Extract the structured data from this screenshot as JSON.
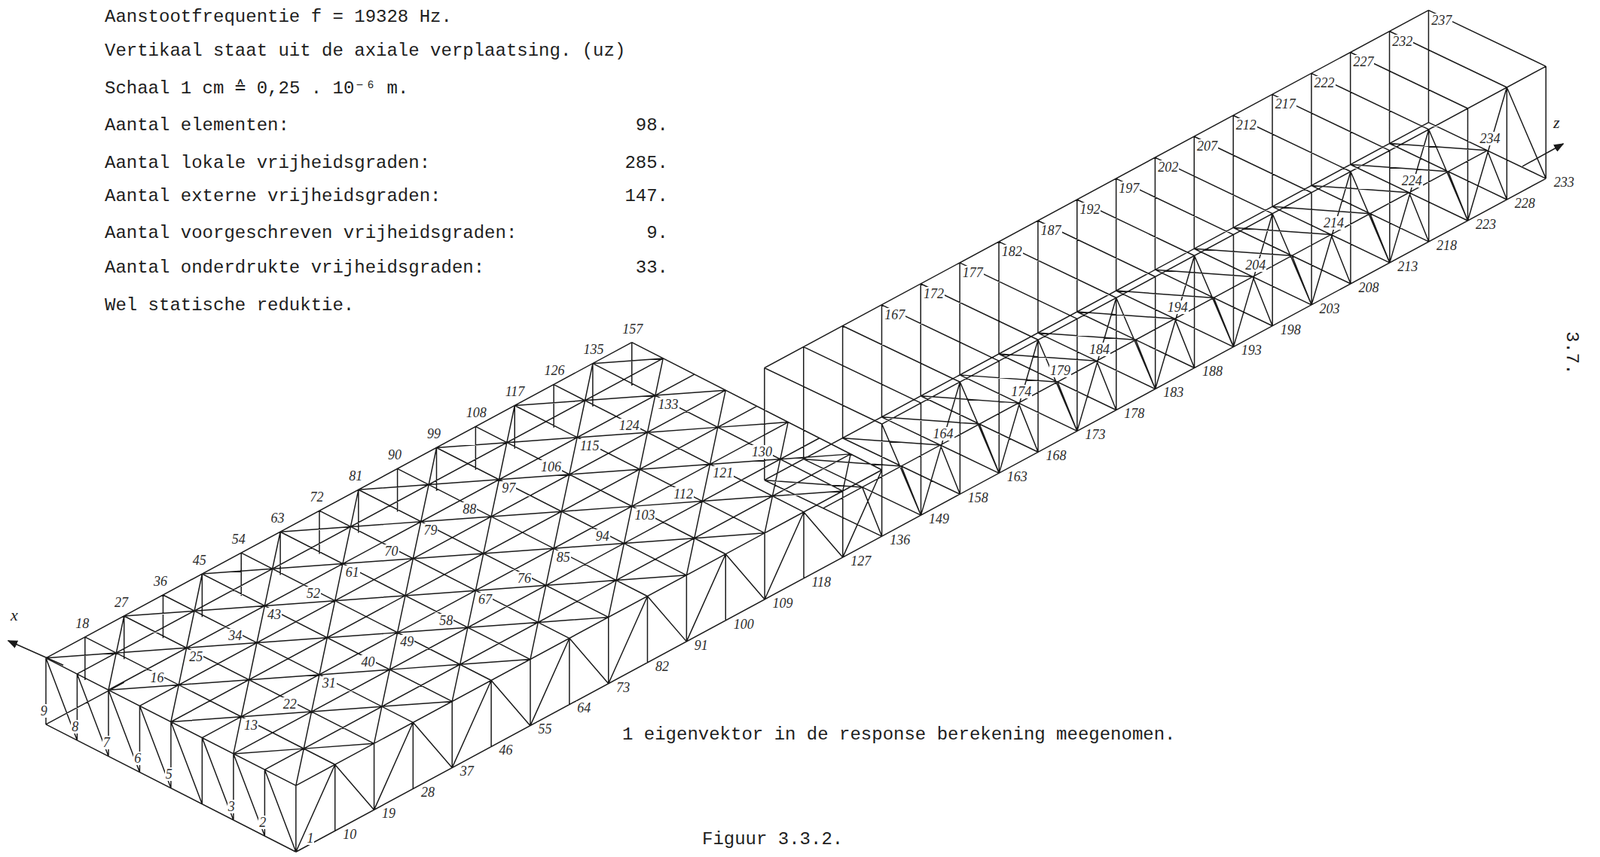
{
  "diagram": {
    "caption": "Figuur 3.3.2.",
    "labels": [
      "Aanstootfrequentie f = 19328 Hz.",
      "Vertikaal staat uit de axiale verplaatsing. (uz)",
      "Schaal 1 cm ≙ 0,25 . 10⁻⁶ m.",
      "Aantal elementen:",
      "98.",
      "Aantal lokale vrijheidsgraden:",
      "285.",
      "Aantal externe vrijheidsgraden:",
      "147.",
      "Aantal voorgeschreven vrijheidsgraden:",
      "9.",
      "Aantal onderdrukte vrijheidsgraden:",
      "33.",
      "Wel statische reduktie.",
      "1 eigenvektor in de response berekening meegenomen.",
      "3.7.",
      "x",
      "z",
      "1",
      "10",
      "19",
      "28",
      "37",
      "46",
      "55",
      "64",
      "73",
      "82",
      "91",
      "100",
      "109",
      "118",
      "127",
      "136",
      "149",
      "158",
      "163",
      "168",
      "173",
      "178",
      "183",
      "188",
      "193",
      "198",
      "203",
      "208",
      "213",
      "218",
      "223",
      "228",
      "233",
      "2",
      "3",
      "5",
      "6",
      "7",
      "8",
      "9",
      "18",
      "27",
      "36",
      "45",
      "54",
      "63",
      "72",
      "81",
      "90",
      "99",
      "108",
      "117",
      "126",
      "135",
      "157",
      "13",
      "22",
      "31",
      "40",
      "49",
      "58",
      "67",
      "76",
      "85",
      "94",
      "103",
      "112",
      "121",
      "130",
      "16",
      "25",
      "34",
      "43",
      "52",
      "61",
      "70",
      "79",
      "88",
      "97",
      "106",
      "115",
      "124",
      "133",
      "167",
      "172",
      "177",
      "182",
      "187",
      "192",
      "197",
      "202",
      "207",
      "212",
      "217",
      "222",
      "227",
      "232",
      "237",
      "164",
      "174",
      "179",
      "184",
      "194",
      "204",
      "214",
      "224",
      "234"
    ]
  }
}
